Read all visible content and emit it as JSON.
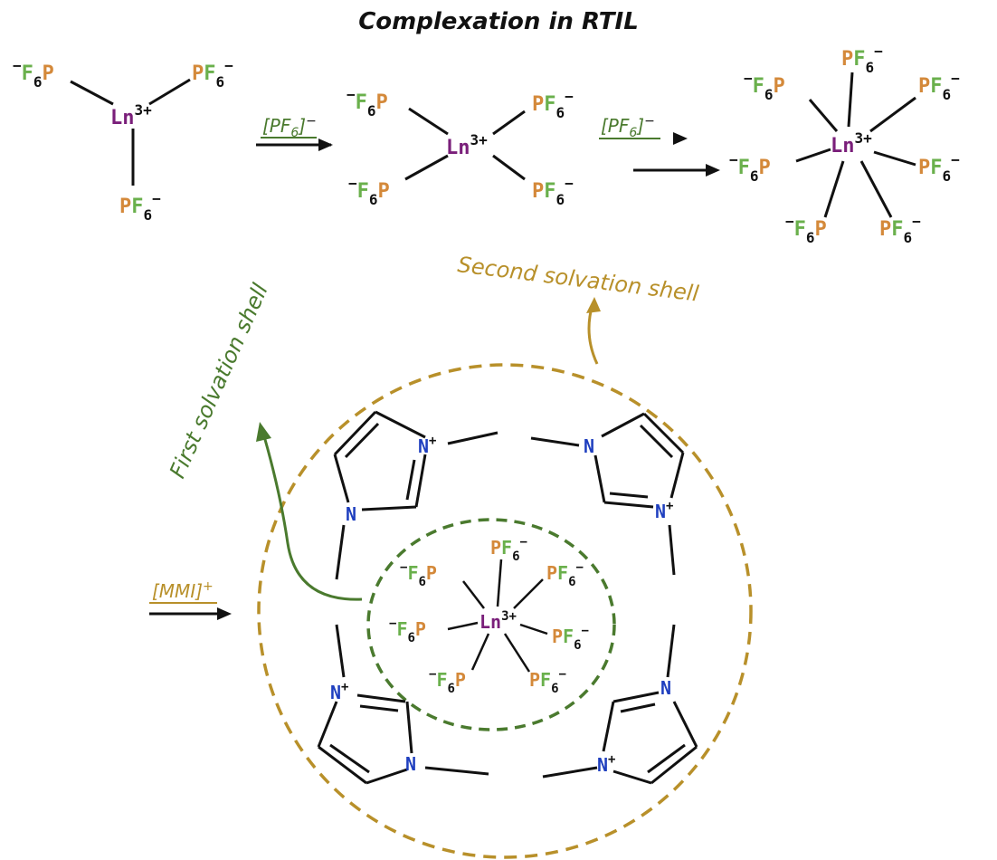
{
  "title": "Complexation in RTIL",
  "reagents": {
    "pf6_anion": "[PF",
    "pf6_sub": "6",
    "pf6_close": "]",
    "pf6_charge": "−",
    "mmi": "[MMI]",
    "mmi_charge": "+"
  },
  "labels": {
    "first_shell": "First solvation shell",
    "second_shell": "Second solvation shell"
  },
  "chem": {
    "ln": "Ln",
    "ln_charge": "3+",
    "f": "F",
    "p": "P",
    "pf": "PF",
    "six": "6",
    "minus": "−",
    "n": "N",
    "plus": "+"
  },
  "colors": {
    "ln": "#7a1f7a",
    "fluorine": "#6ab04c",
    "phosphorus": "#d4893a",
    "nitrogen": "#1f3fbf",
    "first_shell": "#4a7a2e",
    "second_shell": "#b8902a",
    "bond": "#111111"
  }
}
